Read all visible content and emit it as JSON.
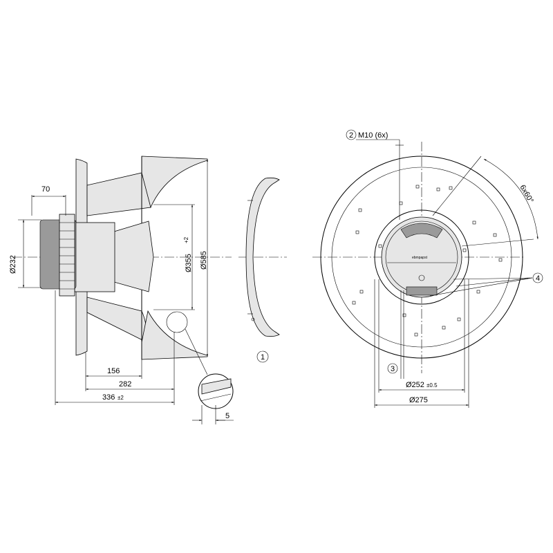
{
  "side_view": {
    "dim_70": "70",
    "dim_232": "Ø232",
    "dim_355": "Ø355",
    "dim_355_tol": "+2",
    "dim_585": "Ø585",
    "dim_156": "156",
    "dim_282": "282",
    "dim_336": "336",
    "dim_336_tol": "±2",
    "dim_5": "5"
  },
  "nozzle_view": {
    "callout_1": "1"
  },
  "front_view": {
    "callout_2": "2",
    "label_m10": "M10 (6x)",
    "angle_label": "6x60°",
    "callout_4": "4",
    "callout_3": "3",
    "dim_252": "Ø252",
    "dim_252_tol": "±0.5",
    "dim_275": "Ø275",
    "brand": "ebmpapst"
  },
  "colors": {
    "line": "#000000",
    "fill": "#e6e6e6",
    "dark": "#9a9a9a"
  }
}
